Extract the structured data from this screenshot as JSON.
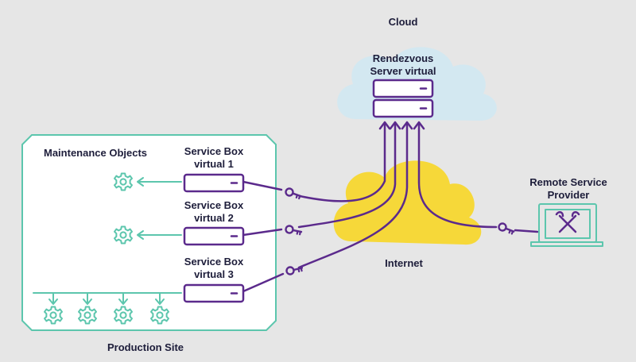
{
  "labels": {
    "cloud": "Cloud",
    "rendezvous_line1": "Rendezvous",
    "rendezvous_line2": "Server virtual",
    "maintenance_objects": "Maintenance Objects",
    "service_box_1_line1": "Service Box",
    "service_box_1_line2": "virtual 1",
    "service_box_2_line1": "Service Box",
    "service_box_2_line2": "virtual 2",
    "service_box_3_line1": "Service Box",
    "service_box_3_line2": "virtual 3",
    "internet": "Internet",
    "remote_line1": "Remote Service",
    "remote_line2": "Provider",
    "production_site": "Production Site"
  },
  "colors": {
    "background": "#e6e6e6",
    "purple": "#5b2a8c",
    "teal": "#5cc6ad",
    "cloud_blue": "#d3e8f1",
    "internet_yellow": "#f6d839",
    "site_fill": "#ffffff",
    "text": "#1d1d3a"
  },
  "icons": [
    "gear-icon",
    "key-icon",
    "tools-icon",
    "server-icon",
    "laptop-icon",
    "arrow-icon"
  ]
}
